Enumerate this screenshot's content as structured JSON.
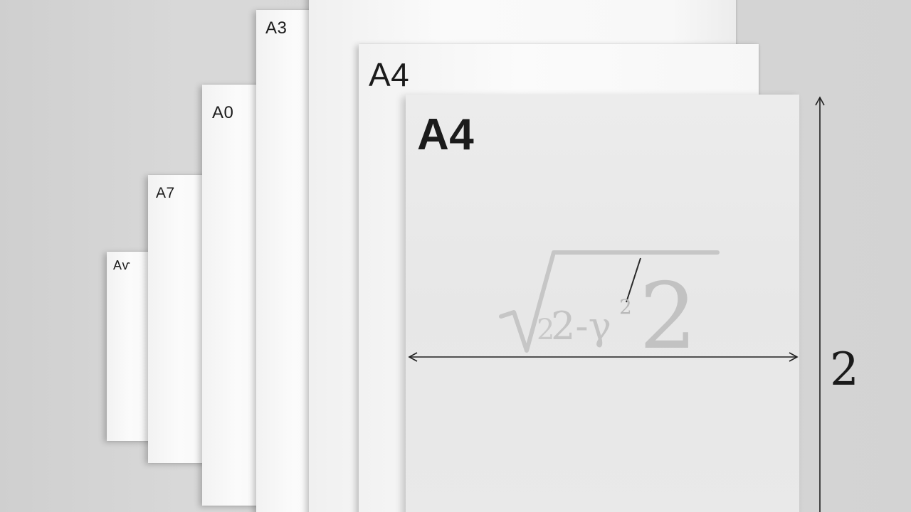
{
  "scene": {
    "description_colors": {
      "background": "#d6d6d6",
      "paper": "#f8f8f8",
      "front_paper": "#e8e8e8",
      "ink": "#1b1b1b",
      "formula_ink": "#c4c4c4"
    }
  },
  "sheets": [
    {
      "label": "Aѵ"
    },
    {
      "label": "A7"
    },
    {
      "label": "A0"
    },
    {
      "label": "A3"
    },
    {
      "label": ""
    },
    {
      "label": "A4"
    },
    {
      "label": "A4"
    }
  ],
  "formula": {
    "radical_body": "2",
    "segment": "2-γ",
    "superscript": "2",
    "big_number": "2"
  },
  "dimension": {
    "label": "2"
  }
}
